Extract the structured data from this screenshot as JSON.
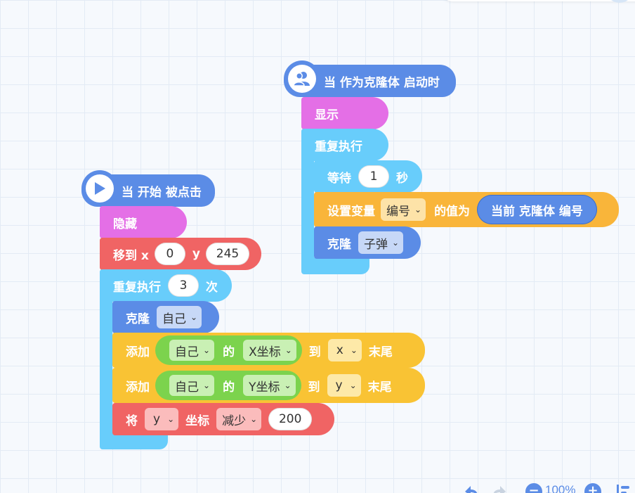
{
  "colors": {
    "event": "#5b8ce6",
    "looks": "#e46fe6",
    "control": "#68cdfb",
    "motion": "#f06464",
    "clone": "#5b8ce6",
    "data": "#f9c334",
    "sensing": "#7cd34d",
    "variable": "#f9b53a"
  },
  "script_left": {
    "hat": {
      "icon": "green-flag-play-icon",
      "text": "当 开始 被点击"
    },
    "hide": "隐藏",
    "goto": {
      "label": "移到 x",
      "x": "0",
      "y_label": "y",
      "y": "245"
    },
    "repeat": {
      "label": "重复执行",
      "count": "3",
      "suffix": "次"
    },
    "clone": {
      "label": "克隆",
      "target": "自己"
    },
    "add_x": {
      "label": "添加",
      "obj": "自己",
      "of": "的",
      "attr": "X坐标",
      "to": "到",
      "list": "x",
      "end": "末尾"
    },
    "add_y": {
      "label": "添加",
      "obj": "自己",
      "of": "的",
      "attr": "Y坐标",
      "to": "到",
      "list": "y",
      "end": "末尾"
    },
    "change": {
      "label": "将",
      "axis": "y",
      "coord": "坐标",
      "op": "减少",
      "value": "200"
    }
  },
  "script_right": {
    "hat": {
      "icon": "clone-users-icon",
      "text": "当 作为克隆体 启动时"
    },
    "show": "显示",
    "forever": "重复执行",
    "wait": {
      "label": "等待",
      "value": "1",
      "unit": "秒"
    },
    "setvar": {
      "label": "设置变量",
      "var": "编号",
      "mid": "的值为",
      "reporter": "当前 克隆体 编号"
    },
    "clone": {
      "label": "克隆",
      "target": "子弹"
    }
  },
  "toolbar": {
    "zoom": "100%"
  }
}
